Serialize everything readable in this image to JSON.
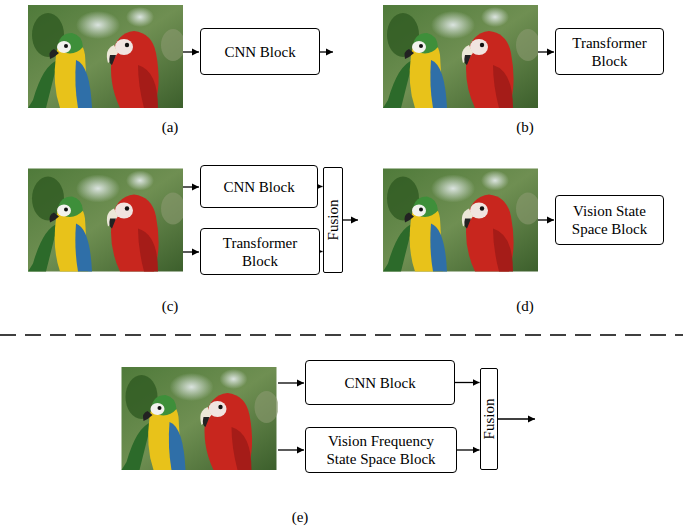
{
  "diagram": {
    "nodes": [
      {
        "text": [
          "CNN Block"
        ]
      },
      {
        "text": [
          "Transformer Block"
        ]
      },
      {
        "text": [
          "CNN Block"
        ]
      },
      {
        "text": [
          "Transformer Block"
        ]
      },
      {
        "text": [
          "Fusion"
        ]
      },
      {
        "text": [
          "Vision State Space Block"
        ]
      },
      {
        "text": [
          "CNN Block"
        ]
      },
      {
        "text": [
          "Vision Frequency State Space Block"
        ]
      },
      {
        "text": [
          "Fusion"
        ]
      }
    ],
    "edges": [
      {
        "from": 2,
        "to": 4,
        "arrow": "to"
      },
      {
        "from": 3,
        "to": 4,
        "arrow": "to"
      },
      {
        "from": 6,
        "to": 8,
        "arrow": "to"
      },
      {
        "from": 7,
        "to": 8,
        "arrow": "to"
      }
    ],
    "labels": [
      "(a)",
      "(b)",
      "(c)",
      "(d)",
      "(e)"
    ]
  }
}
